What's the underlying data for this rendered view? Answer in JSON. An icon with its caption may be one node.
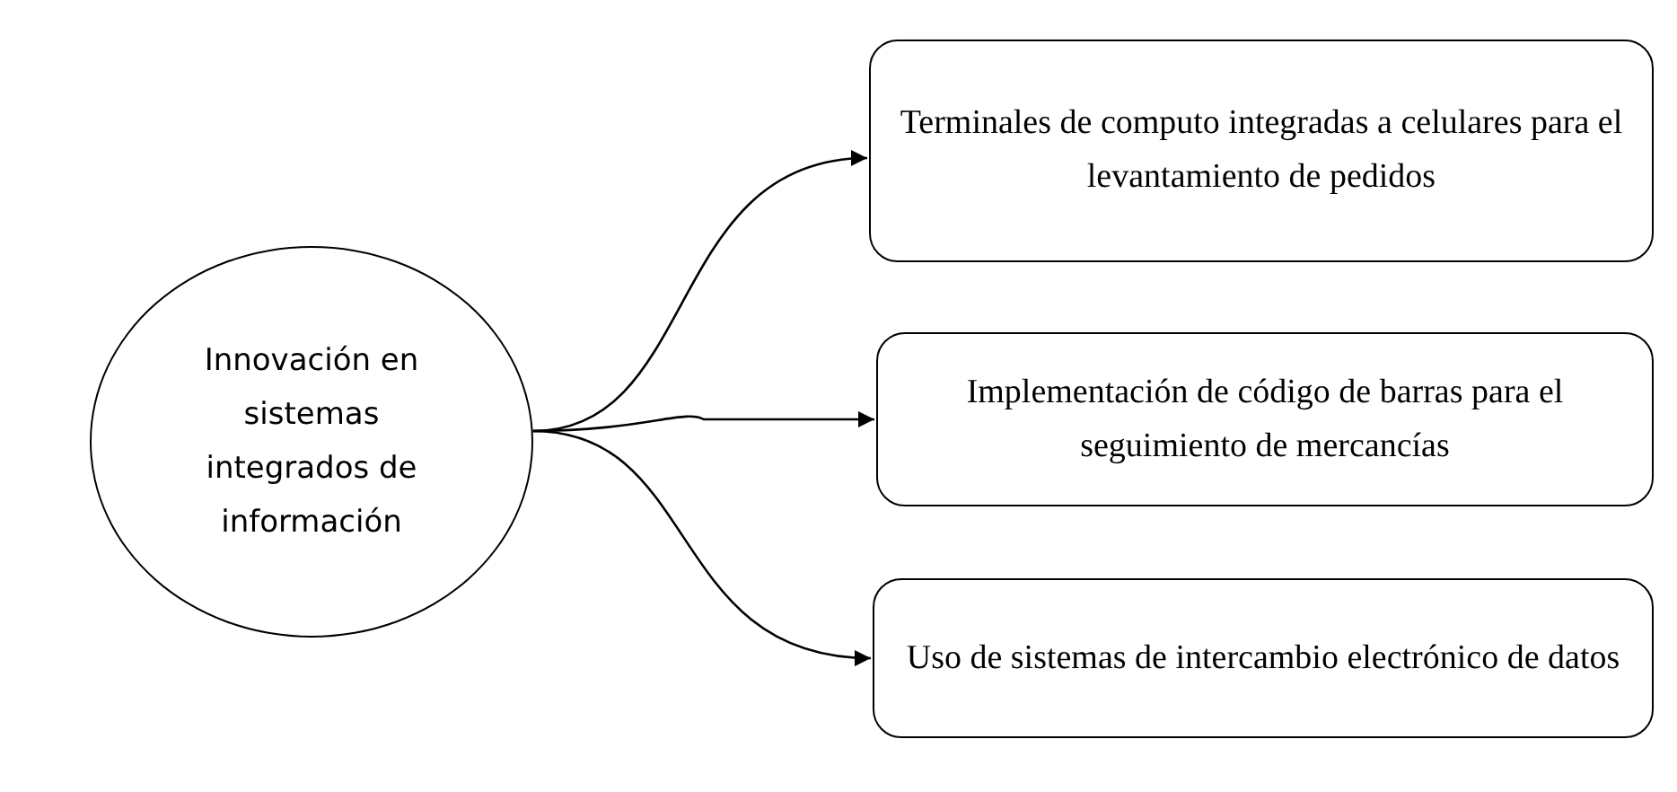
{
  "diagram": {
    "nodes": [
      {
        "text": [
          "Innovación en sistemas integrados de información"
        ]
      },
      {
        "text": [
          "Terminales de computo integradas a celulares para el levantamiento de pedidos"
        ]
      },
      {
        "text": [
          "Implementación de código de barras para el seguimiento de mercancías"
        ]
      },
      {
        "text": [
          "Uso de sistemas de intercambio electrónico de datos"
        ]
      }
    ],
    "edges": [
      {
        "from": 0,
        "to": 1,
        "arrow": "to"
      },
      {
        "from": 0,
        "to": 2,
        "arrow": "to"
      },
      {
        "from": 0,
        "to": 3,
        "arrow": "to"
      }
    ]
  }
}
